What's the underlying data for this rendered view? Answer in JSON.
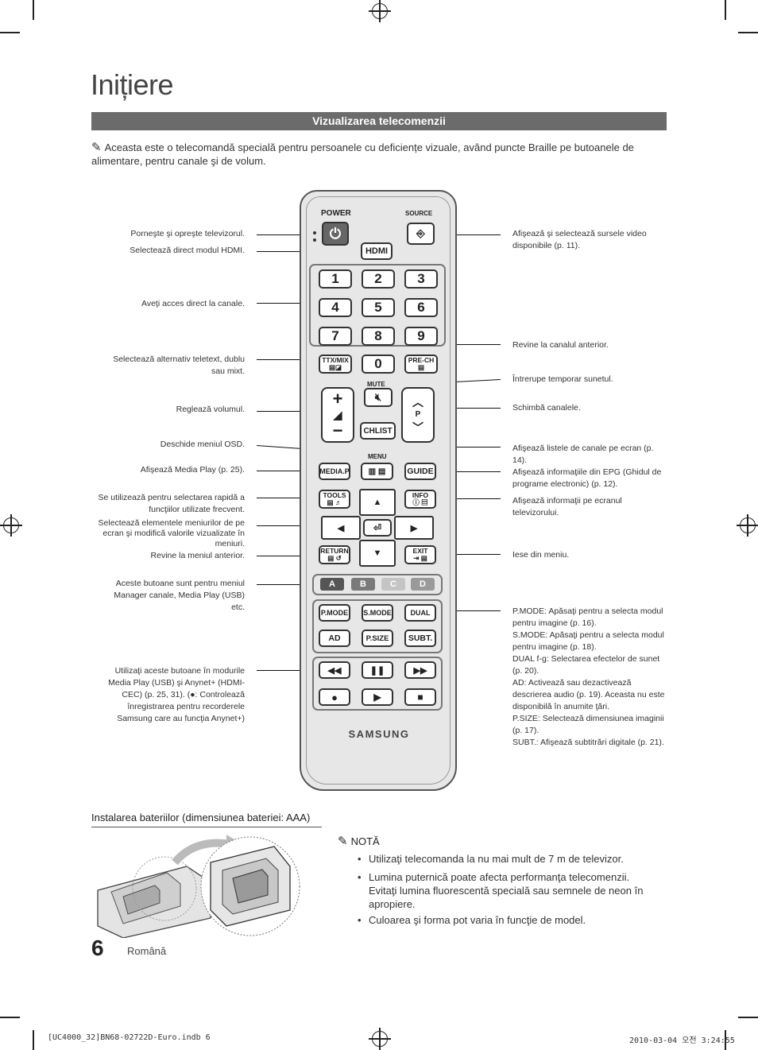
{
  "page": {
    "title": "Inițiere",
    "section_bar": "Vizualizarea telecomenzii",
    "note_intro": "Aceasta este o telecomandă specială pentru persoanele cu deficiențe vizuale, având puncte Braille pe butoanele de alimentare, pentru canale şi de volum.",
    "page_number": "6",
    "language": "Română",
    "footer_left": "[UC4000_32]BN68-02722D-Euro.indb   6",
    "footer_right": "2010-03-04   오전 3:24:55"
  },
  "left_labels": [
    "Porneşte şi opreşte televizorul.",
    "Selectează direct modul HDMI.",
    "Aveţi acces direct la canale.",
    "Selectează alternativ teletext, dublu sau mixt.",
    "Reglează volumul.",
    "Deschide meniul OSD.",
    "Afişează Media Play (p. 25).",
    "Se utilizează pentru selectarea rapidă a funcţiilor utilizate frecvent.",
    "Selectează elementele meniurilor de pe ecran şi modifică valorile vizualizate în meniuri.",
    "Revine la meniul anterior.",
    "Aceste butoane sunt pentru meniul Manager canale, Media Play (USB) etc.",
    "Utilizaţi aceste butoane în modurile Media Play (USB) şi Anynet+ (HDMI-CEC) (p. 25, 31). (●: Controlează înregistrarea pentru recorderele Samsung care au funcţia Anynet+)"
  ],
  "right_labels": [
    "Afişează şi selectează sursele video disponibile (p. 11).",
    "Revine la canalul anterior.",
    "Întrerupe temporar sunetul.",
    "Schimbă canalele.",
    "Afişează listele de canale pe ecran (p. 14).",
    "Afişează informaţiile din EPG (Ghidul de programe electronic) (p. 12).",
    "Afişează informaţii pe ecranul televizorului.",
    "Iese din meniu.",
    "P.MODE: Apăsaţi pentru a selecta modul pentru imagine (p. 16).",
    "S.MODE: Apăsaţi pentru a selecta modul pentru imagine (p. 18).",
    "DUAL f-g: Selectarea efectelor de sunet (p. 20).",
    "AD: Activează sau dezactivează descrierea audio (p. 19). Aceasta nu este disponibilă în anumite ţări.",
    "P.SIZE: Selectează dimensiunea imaginii (p. 17).",
    "SUBT.: Afişează subtitrări digitale (p. 21)."
  ],
  "remote": {
    "power": "POWER",
    "source": "SOURCE",
    "hdmi": "HDMI",
    "digits": [
      "1",
      "2",
      "3",
      "4",
      "5",
      "6",
      "7",
      "8",
      "9"
    ],
    "zero": "0",
    "ttx": "TTX/MIX",
    "prech": "PRE-CH",
    "mute": "MUTE",
    "chlist": "CHLIST",
    "p": "P",
    "menu": "MENU",
    "mediap": "MEDIA.P",
    "guide": "GUIDE",
    "tools": "TOOLS",
    "info": "INFO",
    "return": "RETURN",
    "exit": "EXIT",
    "colors": [
      "A",
      "B",
      "C",
      "D"
    ],
    "pmode": "P.MODE",
    "smode": "S.MODE",
    "dual": "DUAL",
    "ad": "AD",
    "psize": "P.SIZE",
    "subt": "SUBT.",
    "brand": "SAMSUNG"
  },
  "battery": {
    "heading": "Instalarea bateriilor (dimensiunea bateriei: AAA)",
    "nota_label": "NOTĂ",
    "bullets": [
      "Utilizaţi telecomanda la nu mai mult de 7 m de televizor.",
      "Lumina puternică poate afecta performanţa telecomenzii. Evitaţi lumina fluorescentă specială sau semnele de neon în apropiere.",
      "Culoarea şi forma pot varia în funcţie de model."
    ]
  },
  "colors": {
    "bar": "#6b6b6b",
    "btn_a": "#555555",
    "btn_b": "#7a7a7a",
    "btn_c": "#bdbdbd",
    "btn_d": "#9a9a9a"
  }
}
